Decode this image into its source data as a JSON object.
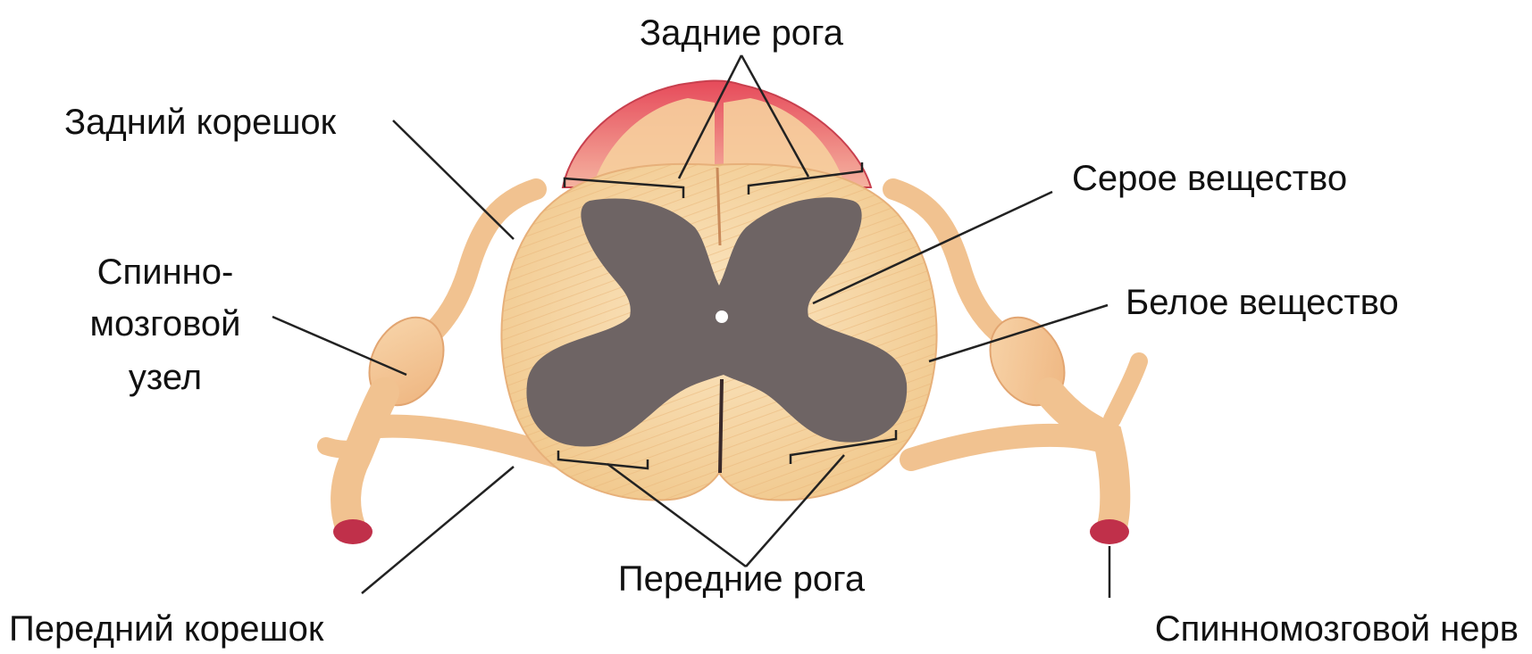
{
  "labels": {
    "posterior_horns": "Задние рога",
    "posterior_root": "Задний корешок",
    "gray_matter": "Серое вещество",
    "spinal_ganglion_line1": "Спинно-",
    "spinal_ganglion_line2": "мозговой",
    "spinal_ganglion_line3": "узел",
    "white_matter": "Белое вещество",
    "anterior_horns": "Передние рога",
    "anterior_root": "Передний корешок",
    "spinal_nerve": "Спинномозговой нерв"
  },
  "colors": {
    "white_matter": "#f7d6a6",
    "white_matter_stripe": "#eebf84",
    "gray_matter": "#6e6464",
    "pia_red": "#e0505a",
    "nerve": "#f4c898",
    "nerve_cut": "#c0304a",
    "leader_line": "#222222"
  }
}
